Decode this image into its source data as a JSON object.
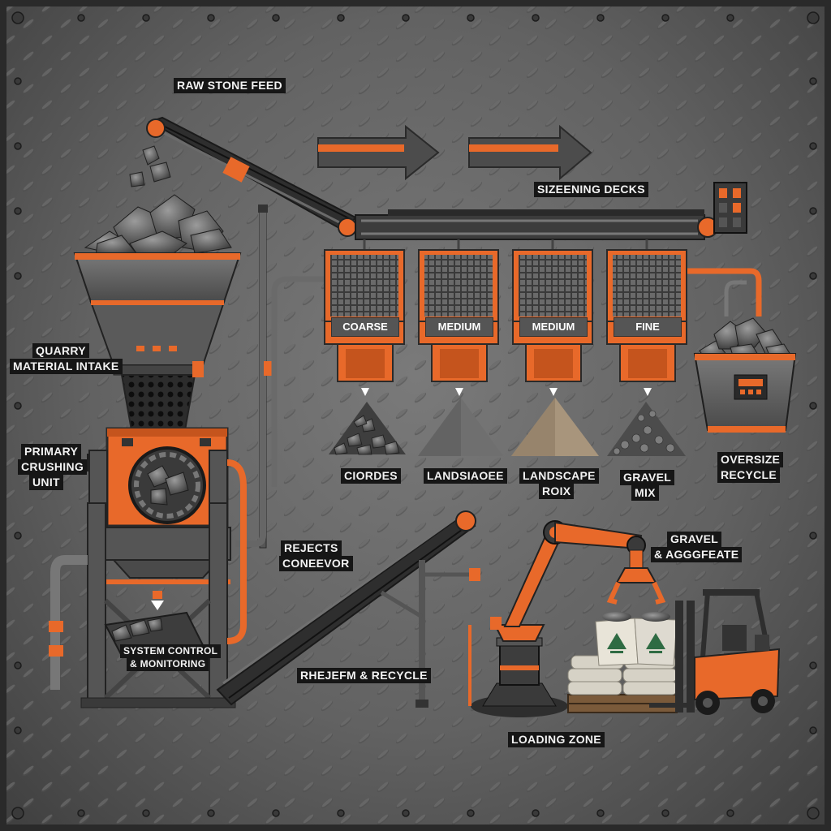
{
  "labels": {
    "raw_stone_feed": "RAW STONE FEED",
    "screening_decks": "SIZEENING DECKS",
    "quarry_intake_1": "QUARRY",
    "quarry_intake_2": "MATERIAL INTAKE",
    "primary_1": "PRIMARY",
    "primary_2": "CRUSHING",
    "primary_3": "UNIT",
    "rejects_1": "REJECTS",
    "rejects_2": "CONEEVOR",
    "system_control_1": "SYSTEM CONTROL",
    "system_control_2": "& MONITORING",
    "reject_recycle": "RHEJEFM & RECYCLE",
    "oversize_1": "OVERSIZE",
    "oversize_2": "RECYCLE",
    "gravel_agg_1": "GRAVEL",
    "gravel_agg_2": "& AGGGFEATE",
    "loading_zone": "LOADING ZONE"
  },
  "decks": [
    "COARSE",
    "MEDIUM",
    "MEDIUM",
    "FINE"
  ],
  "products": [
    {
      "line1": "CIORDES",
      "line2": ""
    },
    {
      "line1": "LANDSIAOEE",
      "line2": ""
    },
    {
      "line1": "LANDSCAPE",
      "line2": "ROIX"
    },
    {
      "line1": "GRAVEL",
      "line2": "MIX"
    }
  ],
  "colors": {
    "accent_orange": "#e8692a",
    "steel": "#5e5e5e",
    "dark_steel": "#2b2b2b",
    "label_bg": "#161616"
  }
}
